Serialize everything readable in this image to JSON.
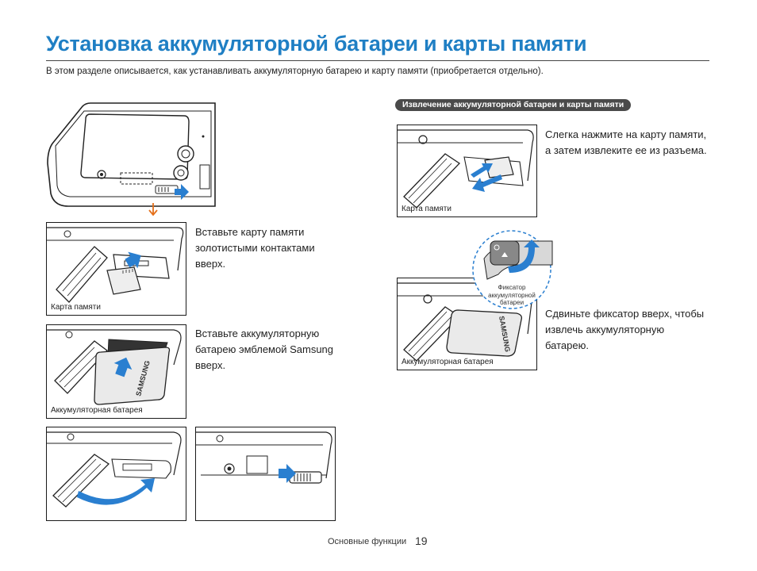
{
  "header": {
    "title": "Установка аккумуляторной батареи и карты памяти",
    "intro": "В этом разделе описывается, как устанавливать аккумуляторную батарею и карту памяти (приобретается отдельно)."
  },
  "install": {
    "step1": {
      "text": "Вставьте карту памяти золотистыми контактами вверх.",
      "caption": "Карта памяти"
    },
    "step2": {
      "text": "Вставьте аккумуляторную батарею эмблемой Samsung вверх.",
      "caption": "Аккумуляторная батарея"
    }
  },
  "removal": {
    "section_label": "Извлечение аккумуляторной батареи и карты памяти",
    "step1": {
      "text": "Слегка нажмите на карту памяти, а затем извлеките ее из разъема.",
      "caption": "Карта памяти"
    },
    "step2": {
      "text": "Сдвиньте фиксатор вверх, чтобы извлечь аккумуляторную батарею.",
      "caption": "Аккумуляторная батарея"
    },
    "lock_label": "Фиксатор аккумуляторной батареи"
  },
  "battery_brand": "SAMSUNG",
  "footer": {
    "section": "Основные функции",
    "page": "19"
  },
  "colors": {
    "title": "#1f7fc4",
    "arrow_blue": "#2a7fd0",
    "arrow_orange": "#e46f1a",
    "pill": "#4a4a4a"
  },
  "icons": [
    "camera-illustration",
    "down-arrow-icon",
    "push-arrow-icon",
    "curved-arrow-icon",
    "slide-arrow-icon"
  ]
}
